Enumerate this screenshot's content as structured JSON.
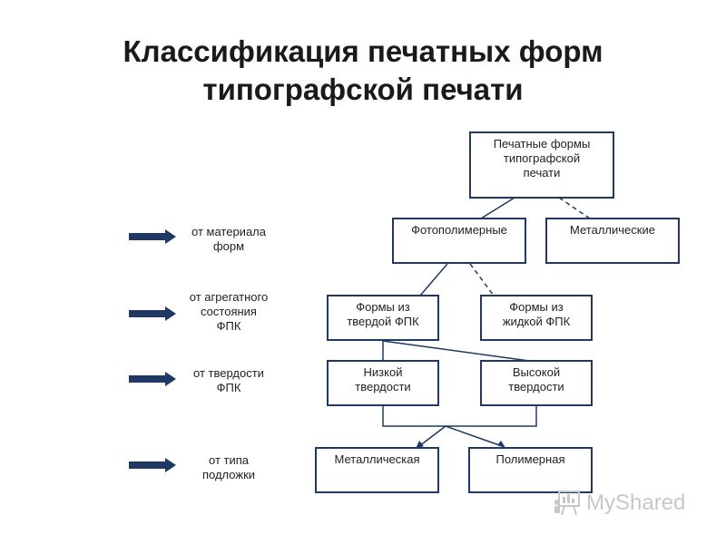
{
  "title": {
    "line1": "Классификация печатных форм",
    "line2": "типографской печати"
  },
  "rows": [
    {
      "label": "от материала\nформ"
    },
    {
      "label": "от агрегатного\nсостояния\nФПК"
    },
    {
      "label": "от твердости\nФПК"
    },
    {
      "label": "от типа\nподложки"
    }
  ],
  "boxes": {
    "root": "Печатные формы\nтипографской\nпечати",
    "photopolymer": "Фотополимерные",
    "metallic": "Металлические",
    "solid_fpk": "Формы из\nтвердой ФПК",
    "liquid_fpk": "Формы из\nжидкой ФПК",
    "low_hardness": "Низкой\nтвердости",
    "high_hardness": "Высокой\nтвердости",
    "metal_substrate": "Металлическая",
    "polymer_substrate": "Полимерная"
  },
  "watermark": {
    "text": "MyShared"
  },
  "colors": {
    "box_border": "#1f3864",
    "arrow": "#1f3864",
    "text": "#222222"
  }
}
